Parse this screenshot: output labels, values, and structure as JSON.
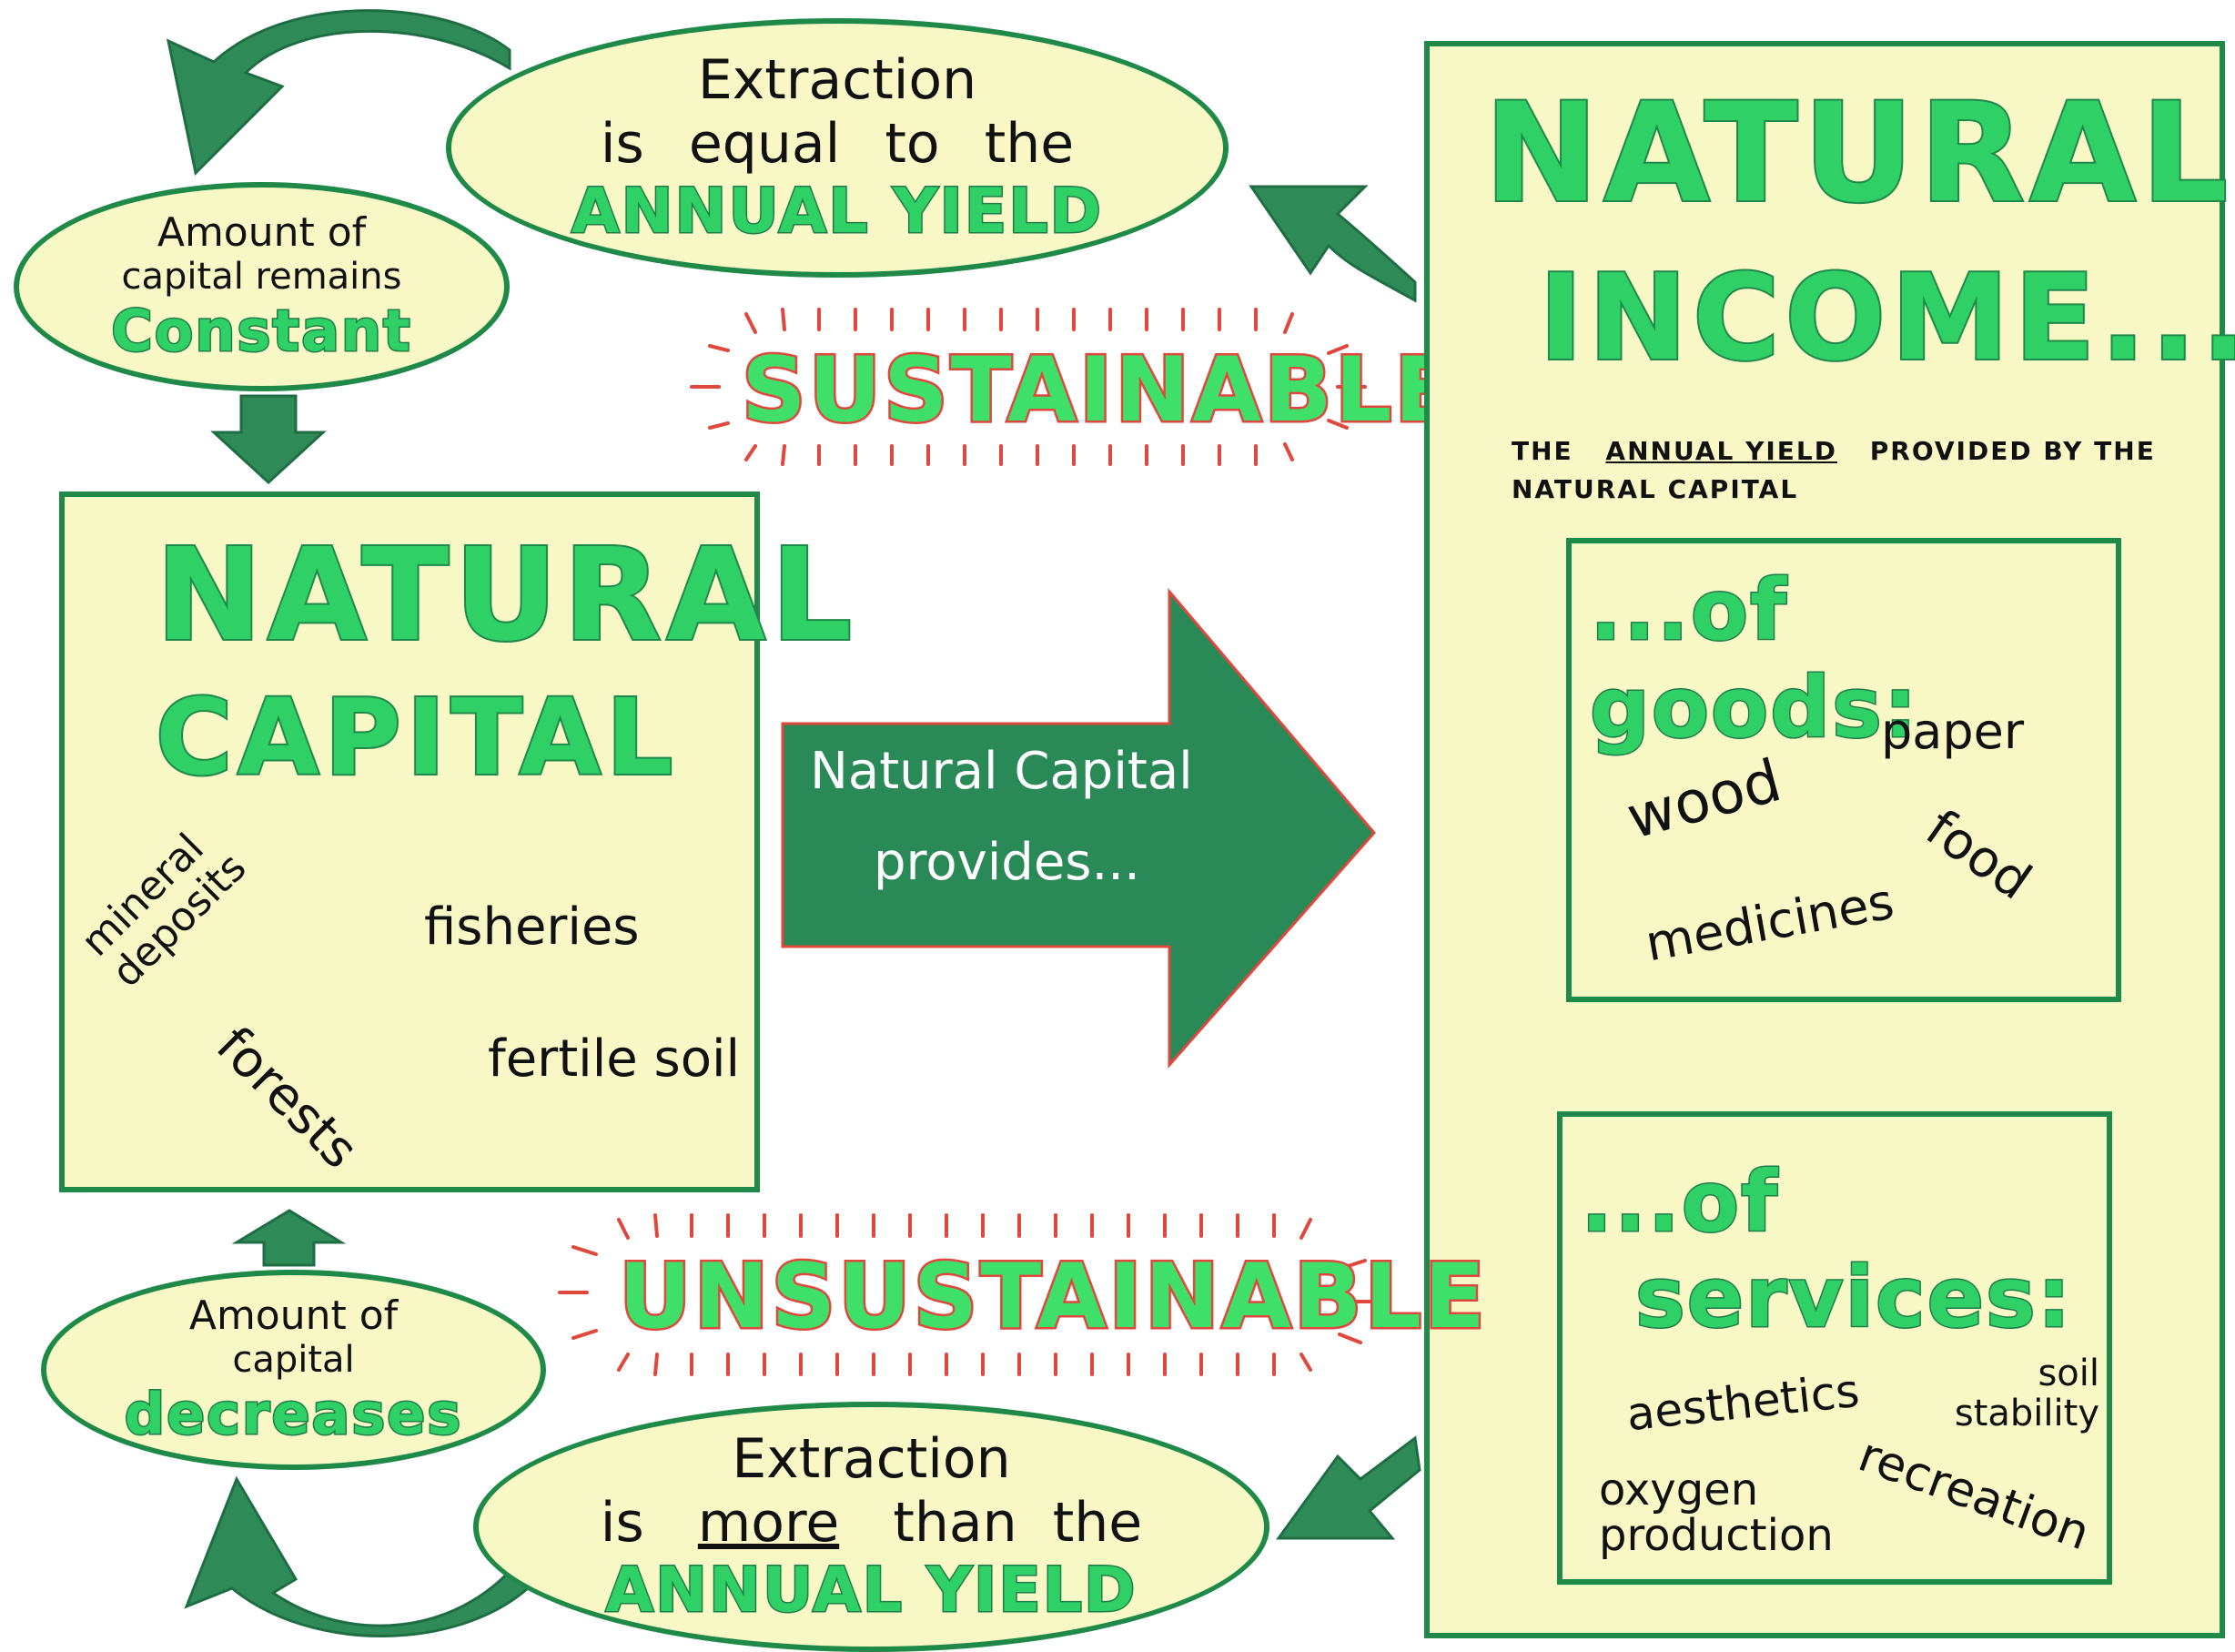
{
  "colors": {
    "green_dark": "#1f8a47",
    "green_light": "#2fd066",
    "box_fill": "#f8f8c6",
    "red_outline": "#e0473d"
  },
  "top_ellipse": {
    "line1": "Extraction",
    "line2": "is equal to the",
    "highlight": "ANNUAL YIELD"
  },
  "top_left_ellipse": {
    "line1": "Amount of",
    "line2": "capital remains",
    "highlight": "Constant"
  },
  "sustainable_label": "SUSTAINABLE",
  "unsustainable_label": "UNSUSTAINABLE",
  "natural_capital": {
    "title_line1": "NATURAL",
    "title_line2": "CAPITAL",
    "items": [
      "mineral deposits",
      "fisheries",
      "forests",
      "fertile soil"
    ]
  },
  "center_arrow": {
    "line1": "Natural Capital",
    "line2": "provides..."
  },
  "natural_income": {
    "title_line1": "NATURAL",
    "title_line2": "INCOME...",
    "note_prefix": "THE",
    "note_underlined": "ANNUAL YIELD",
    "note_rest": "PROVIDED BY THE",
    "note_line2": "NATURAL CAPITAL",
    "goods": {
      "title": "...of goods:",
      "items": [
        "paper",
        "wood",
        "food",
        "medicines"
      ]
    },
    "services": {
      "title_line1": "...of",
      "title_line2": "services:",
      "items": [
        "aesthetics",
        "soil stability",
        "oxygen production",
        "recreation"
      ]
    }
  },
  "bottom_left_ellipse": {
    "line1": "Amount of",
    "line2": "capital",
    "highlight": "decreases"
  },
  "bottom_ellipse": {
    "line1": "Extraction",
    "line2_prefix": "is",
    "line2_underlined": "more",
    "line2_suffix": "than the",
    "highlight": "ANNUAL YIELD"
  }
}
